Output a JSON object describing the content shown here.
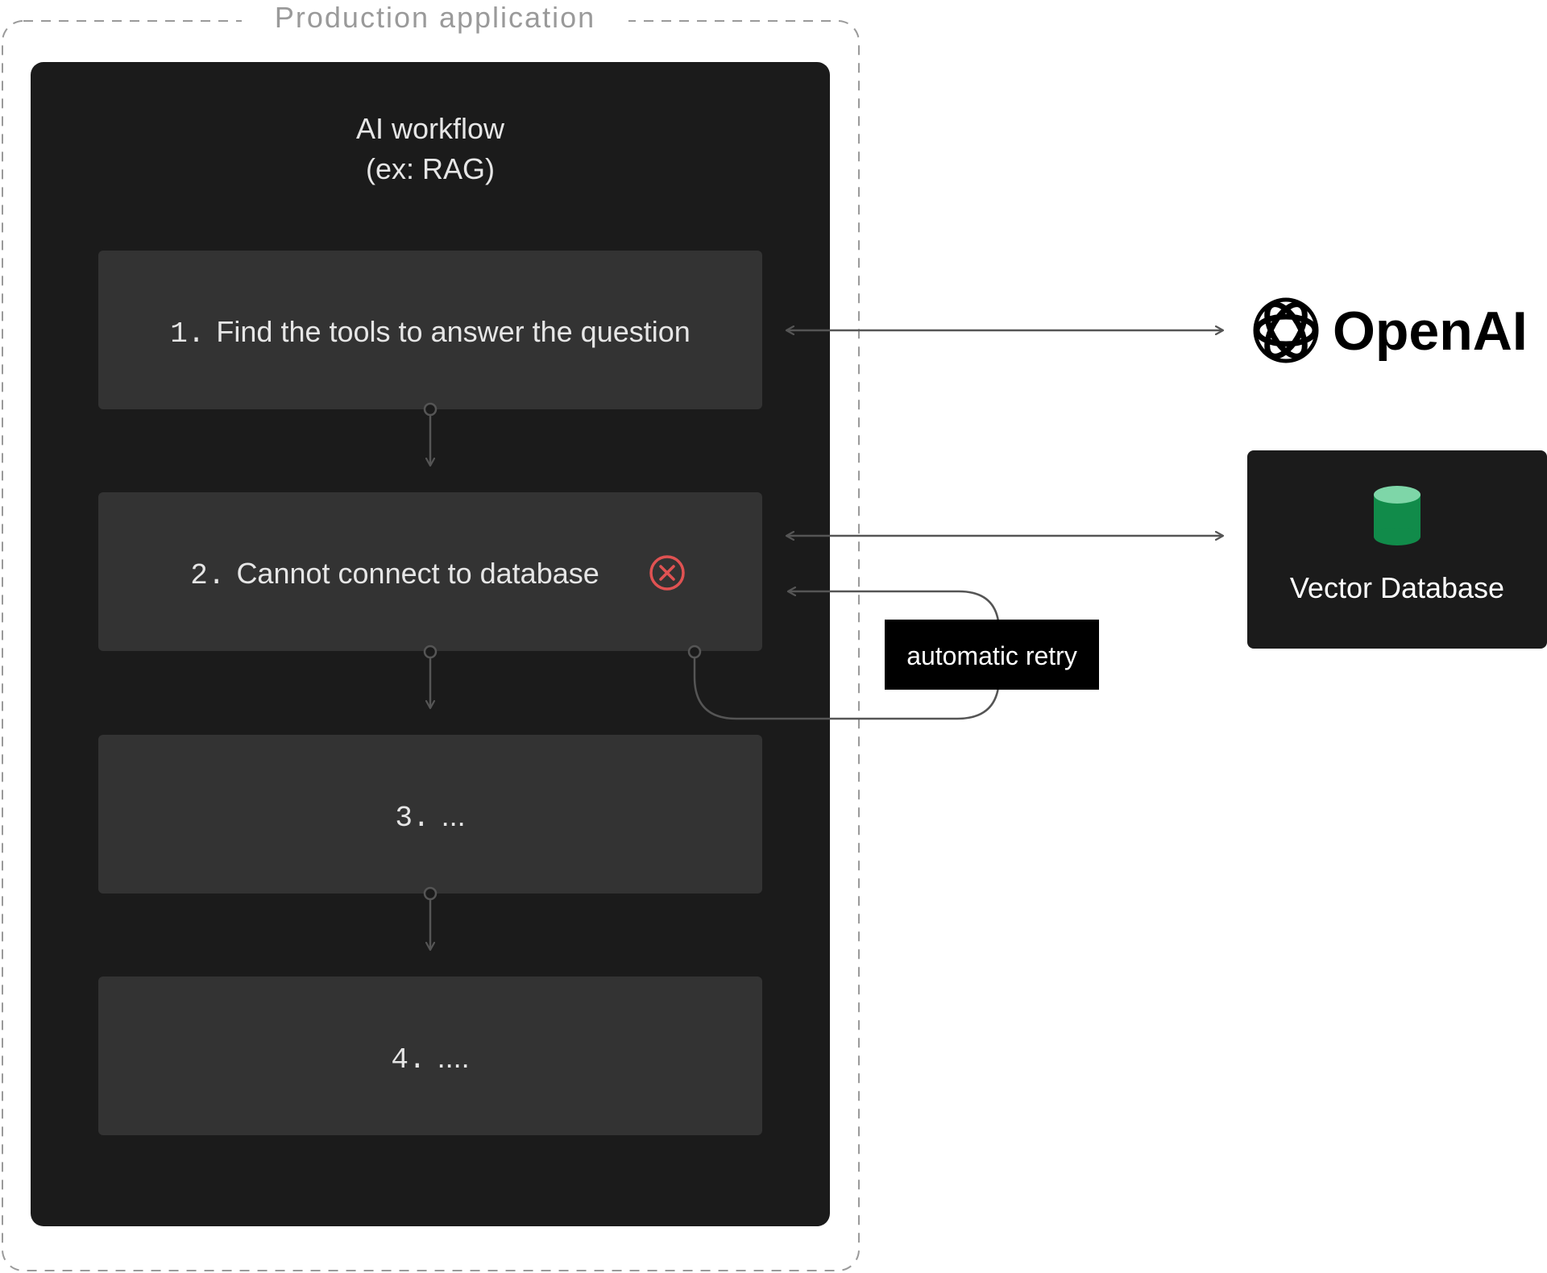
{
  "frame": {
    "label": "Production application"
  },
  "workflow": {
    "title_line1": "AI workflow",
    "title_line2": "(ex: RAG)",
    "steps": [
      {
        "number": "1.",
        "text": "Find the tools to answer the question",
        "status": "ok"
      },
      {
        "number": "2.",
        "text": "Cannot connect to database",
        "status": "error"
      },
      {
        "number": "3.",
        "text": "..."
      },
      {
        "number": "4.",
        "text": "...."
      }
    ]
  },
  "retry": {
    "label": "automatic retry"
  },
  "services": {
    "openai": {
      "name": "OpenAI",
      "icon": "openai-logo-icon"
    },
    "vector_db": {
      "label": "Vector Database",
      "icon": "database-cylinder-icon",
      "icon_color": "#118b4a"
    }
  },
  "colors": {
    "workflow_bg": "#1b1b1b",
    "step_bg": "#333333",
    "error": "#e05252",
    "connector": "#555555",
    "frame_border": "#999999"
  }
}
